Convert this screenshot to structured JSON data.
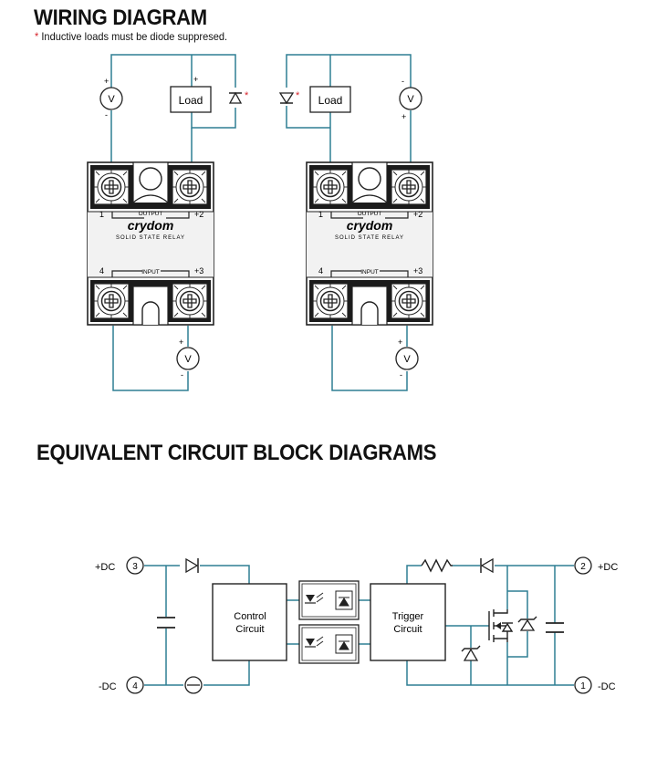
{
  "wiring": {
    "title": "WIRING DIAGRAM",
    "note_star": "*",
    "note_text": " Inductive loads must be diode suppresed.",
    "voltmeter": "V",
    "load": "Load",
    "plus": "+",
    "minus": "-",
    "star": "*",
    "relay": {
      "brand": "crydom",
      "subtitle": "SOLID STATE RELAY",
      "output_label": "OUTPUT",
      "input_label": "INPUT",
      "t1": "1",
      "t2": "+2",
      "t3": "+3",
      "t4": "4"
    }
  },
  "circuit": {
    "title": "EQUIVALENT CIRCUIT BLOCK DIAGRAMS",
    "pos_dc_left": "+DC",
    "neg_dc_left": "-DC",
    "pos_dc_right": "+DC",
    "neg_dc_right": "-DC",
    "pin3": "3",
    "pin4": "4",
    "pin2": "2",
    "pin1": "1",
    "control_line1": "Control",
    "control_line2": "Circuit",
    "trigger_line1": "Trigger",
    "trigger_line2": "Circuit"
  },
  "colors": {
    "wire": "#2e7f93",
    "ink": "#222222",
    "star": "#d6232a"
  }
}
